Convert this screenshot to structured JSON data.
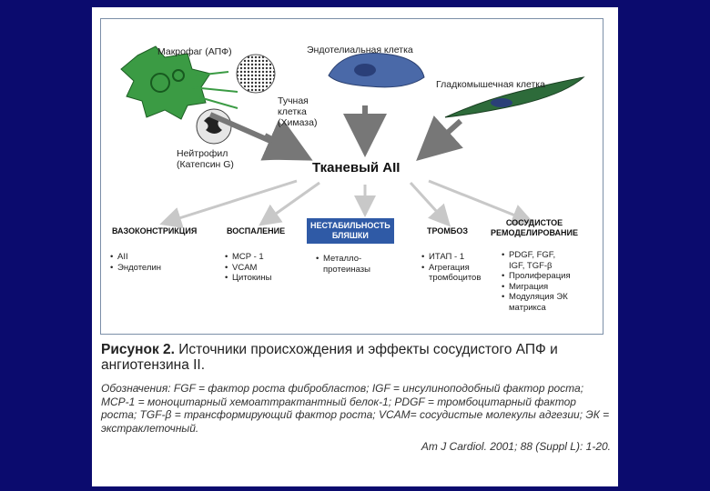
{
  "cells": {
    "macrophage": "Макрофаг (АПФ)",
    "mast": "Тучная\nклетка\n(Химаза)",
    "endothelial": "Эндотелиальная клетка",
    "smooth_muscle": "Гладкомышечная клетка",
    "neutrophil": "Нейтрофил\n(Катепсин G)"
  },
  "center": "Тканевый AII",
  "effects": [
    {
      "header": "ВАЗОКОНСТРИКЦИЯ",
      "items": [
        "AII",
        "Эндотелин"
      ]
    },
    {
      "header": "ВОСПАЛЕНИЕ",
      "items": [
        "MCP - 1",
        "VCAM",
        "Цитокины"
      ]
    },
    {
      "header": "НЕСТАБИЛЬНОСТЬ\nБЛЯШКИ",
      "items": [
        "Металло-\nпротеиназы"
      ]
    },
    {
      "header": "ТРОМБОЗ",
      "items": [
        "ИТАП - 1",
        "Агрегация\nтромбоцитов"
      ]
    },
    {
      "header": "СОСУДИСТОЕ\nРЕМОДЕЛИРОВАНИЕ",
      "items": [
        "PDGF, FGF,\nIGF, TGF-β",
        "Пролиферация",
        "Миграция",
        "Модуляция ЭК\nматрикса"
      ]
    }
  ],
  "caption": {
    "label": "Рисунок 2.",
    "title": "Источники происхождения и эффекты сосудистого АПФ и ангиотензина II.",
    "notes": "Обозначения: FGF = фактор роста фибробластов; IGF = инсулиноподобный фактор роста; MCP-1 = моноцитарный хемоаттрактантный белок-1; PDGF = тромбоцитарный фактор роста; TGF-β = трансформирующий фактор роста; VCAM= сосудистые молекулы адгезии; ЭК = экстраклеточный.",
    "reference": "Am J Cardiol. 2001; 88 (Suppl L): 1-20."
  },
  "colors": {
    "background": "#0b0b6e",
    "page": "#ffffff",
    "highlight": "#2f5aa6",
    "macrophage": "#2e8b3a",
    "endothelial": "#3f5f9e"
  }
}
